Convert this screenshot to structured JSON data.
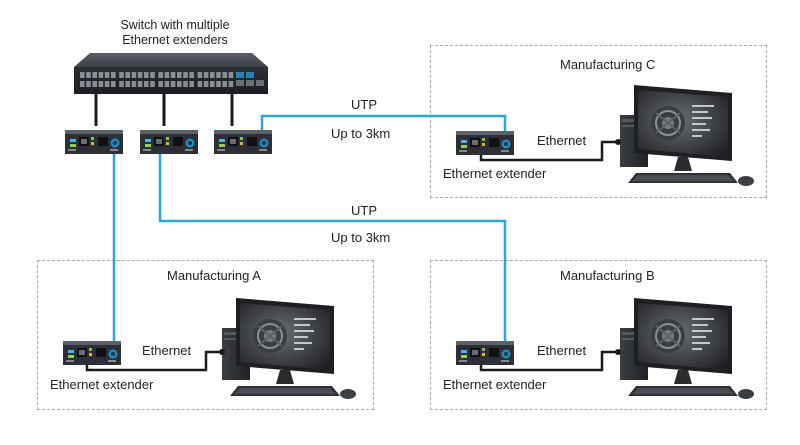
{
  "switch": {
    "title_line1": "Switch with multiple",
    "title_line2": "Ethernet extenders"
  },
  "links": [
    {
      "medium": "UTP",
      "distance": "Up to 3km"
    },
    {
      "medium": "UTP",
      "distance": "Up to 3km"
    }
  ],
  "zones": {
    "a": {
      "title": "Manufacturing A",
      "ethernet": "Ethernet",
      "extender": "Ethernet extender"
    },
    "b": {
      "title": "Manufacturing B",
      "ethernet": "Ethernet",
      "extender": "Ethernet extender"
    },
    "c": {
      "title": "Manufacturing C",
      "ethernet": "Ethernet",
      "extender": "Ethernet extender"
    }
  },
  "colors": {
    "fiber": "#2aa6df",
    "cable": "#1a1a1a",
    "device": "#2f3238",
    "zone_border": "#a8a8a8"
  }
}
